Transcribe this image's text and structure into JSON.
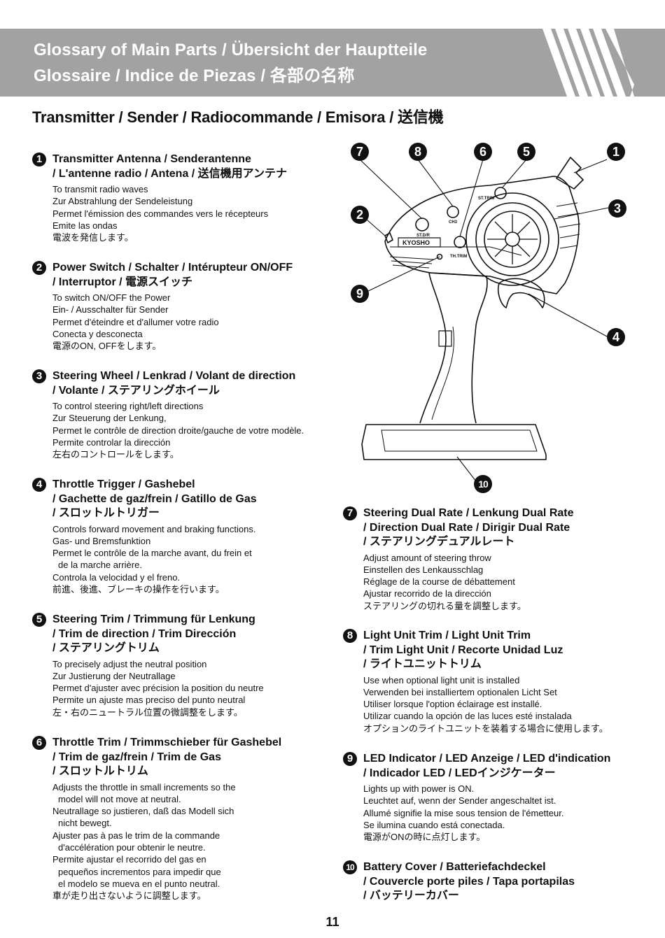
{
  "header": {
    "line1": "Glossary of Main Parts  /  Übersicht der Hauptteile",
    "line2": "Glossaire  /  Indice de Piezas  /  各部の名称"
  },
  "section_title": "Transmitter / Sender / Radiocommande / Emisora / 送信機",
  "entries": [
    {
      "num": "1",
      "head": [
        "Transmitter Antenna / Senderantenne",
        "/ L'antenne radio / Antena / 送信機用アンテナ"
      ],
      "desc": [
        "To transmit radio waves",
        "Zur Abstrahlung der Sendeleistung",
        "Permet l'émission des commandes vers le récepteurs",
        "Emite las ondas",
        "電波を発信します。"
      ]
    },
    {
      "num": "2",
      "head": [
        "Power Switch / Schalter / Intérupteur ON/OFF",
        "/ Interruptor / 電源スイッチ"
      ],
      "desc": [
        "To switch ON/OFF the Power",
        "Ein- / Ausschalter für Sender",
        "Permet d'éteindre et d'allumer votre radio",
        "Conecta y desconecta",
        "電源のON, OFFをします。"
      ]
    },
    {
      "num": "3",
      "head": [
        "Steering Wheel / Lenkrad / Volant de direction",
        "/ Volante / ステアリングホイール"
      ],
      "desc": [
        "To control steering right/left directions",
        "Zur Steuerung der Lenkung,",
        "Permet le contrôle de direction droite/gauche de votre modèle.",
        "Permite controlar la dirección",
        "左右のコントロールをします。"
      ]
    },
    {
      "num": "4",
      "head": [
        "Throttle Trigger / Gashebel",
        "/ Gachette de gaz/frein / Gatillo de Gas",
        "/ スロットルトリガー"
      ],
      "desc": [
        "Controls forward movement and braking functions.",
        "Gas- und Bremsfunktion",
        "Permet le contrôle de la marche avant, du frein et",
        "de la marche arrière.",
        "Controla la velocidad y el freno.",
        "前進、後進、ブレーキの操作を行います。"
      ]
    },
    {
      "num": "5",
      "head": [
        "Steering Trim / Trimmung für Lenkung",
        "/ Trim de direction / Trim Dirección",
        "/ ステアリングトリム"
      ],
      "desc": [
        "To precisely adjust the neutral position",
        "Zur Justierung der Neutrallage",
        "Permet d'ajuster avec précision la position du neutre",
        "Permite un ajuste mas preciso del punto neutral",
        "左・右のニュートラル位置の微調整をします。"
      ]
    },
    {
      "num": "6",
      "head": [
        "Throttle Trim / Trimmschieber für Gashebel",
        "/ Trim de gaz/frein / Trim de Gas",
        "/ スロットルトリム"
      ],
      "desc": [
        "Adjusts the throttle in small increments so the",
        "model will not move at neutral.",
        "Neutrallage so justieren, daß das Modell sich",
        "nicht bewegt.",
        "Ajuster pas à pas le trim de la commande",
        "d'accélération pour obtenir le neutre.",
        "Permite ajustar el recorrido del gas en",
        "pequeños incrementos para impedir que",
        "el modelo se mueva en el punto neutral.",
        "車が走り出さないように調整します。"
      ]
    },
    {
      "num": "7",
      "head": [
        "Steering Dual Rate / Lenkung Dual Rate",
        "/ Direction Dual Rate / Dirigir Dual Rate",
        "/ ステアリングデュアルレート"
      ],
      "desc": [
        "Adjust amount of steering throw",
        "Einstellen des Lenkausschlag",
        "Réglage de la course de débattement",
        "Ajustar recorrido de la dirección",
        "ステアリングの切れる量を調整します。"
      ]
    },
    {
      "num": "8",
      "head": [
        "Light Unit Trim / Light Unit Trim",
        "/ Trim Light Unit / Recorte Unidad Luz",
        "/ ライトユニットトリム"
      ],
      "desc": [
        "Use when optional light unit is installed",
        "Verwenden bei installiertem optionalen Licht Set",
        "Utiliser lorsque l'option éclairage est installé.",
        "Utilizar cuando la opción de las luces esté instalada",
        "オプションのライトユニットを装着する場合に使用します。"
      ]
    },
    {
      "num": "9",
      "head": [
        "LED Indicator / LED Anzeige / LED d'indication",
        "/ Indicador LED  / LEDインジケーター"
      ],
      "desc": [
        "Lights up with power is ON.",
        "Leuchtet auf, wenn der Sender angeschaltet ist.",
        "Allumé signifie la mise sous tension de l'émetteur.",
        "Se ilumina cuando está conectada.",
        "電源がONの時に点灯します。"
      ]
    },
    {
      "num": "10",
      "head": [
        "Battery Cover / Batteriefachdeckel",
        "/ Couvercle porte piles / Tapa portapilas",
        "/ バッテリーカバー"
      ],
      "desc": []
    }
  ],
  "drawing": {
    "brand": "KYOSHO",
    "knob_labels": [
      "ST.D/R",
      "CH3",
      "ST.TRIM",
      "TH.TRIM"
    ],
    "callouts": [
      "7",
      "8",
      "6",
      "5",
      "1",
      "2",
      "3",
      "9",
      "4",
      "10"
    ]
  },
  "page_number": "11"
}
